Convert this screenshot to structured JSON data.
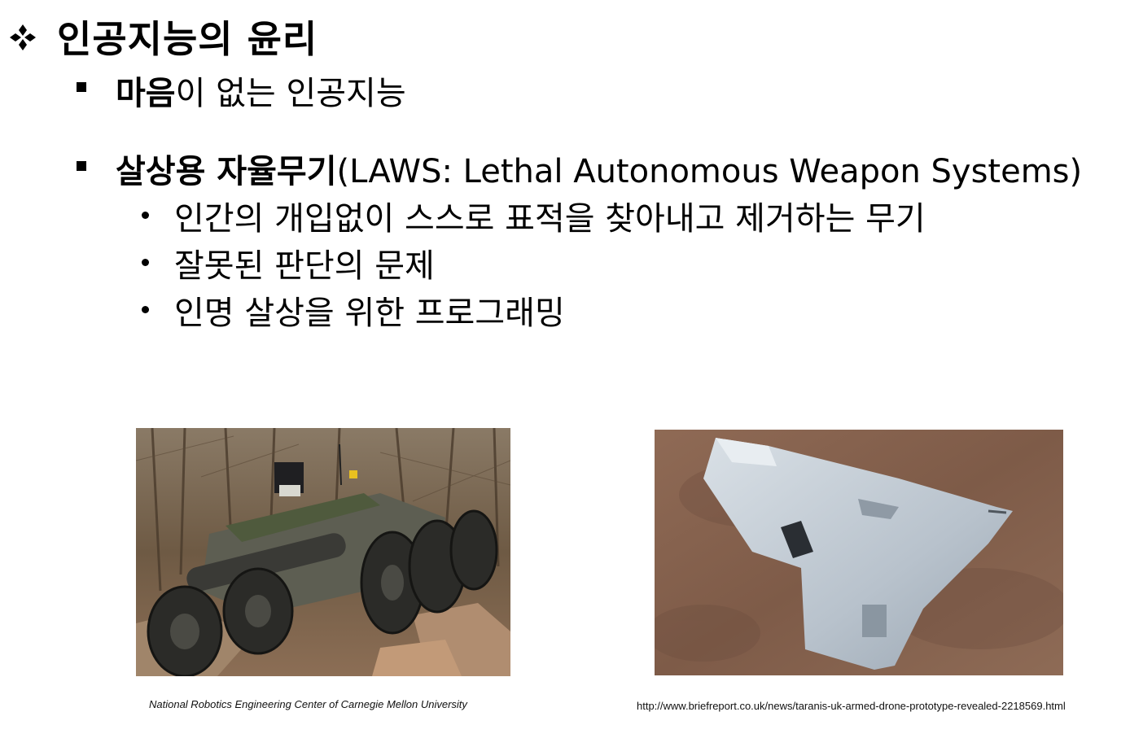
{
  "slide": {
    "title": "인공지능의 윤리",
    "items": [
      {
        "strong": "마음",
        "rest": "이 없는 인공지능"
      },
      {
        "strong": "살상용 자율무기",
        "rest": "(LAWS: Lethal Autonomous Weapon Systems)"
      }
    ],
    "subitems": [
      "인간의 개입없이 스스로 표적을 찾아내고 제거하는 무기",
      "잘못된 판단의 문제",
      "인명 살상을 위한 프로그래밍"
    ]
  },
  "images": [
    {
      "icon": "military-robot-photo",
      "caption": "National Robotics Engineering Center of Carnegie Mellon University"
    },
    {
      "icon": "armed-drone-photo",
      "caption": "http://www.briefreport.co.uk/news/taranis-uk-armed-drone-prototype-revealed-2218569.html"
    }
  ]
}
